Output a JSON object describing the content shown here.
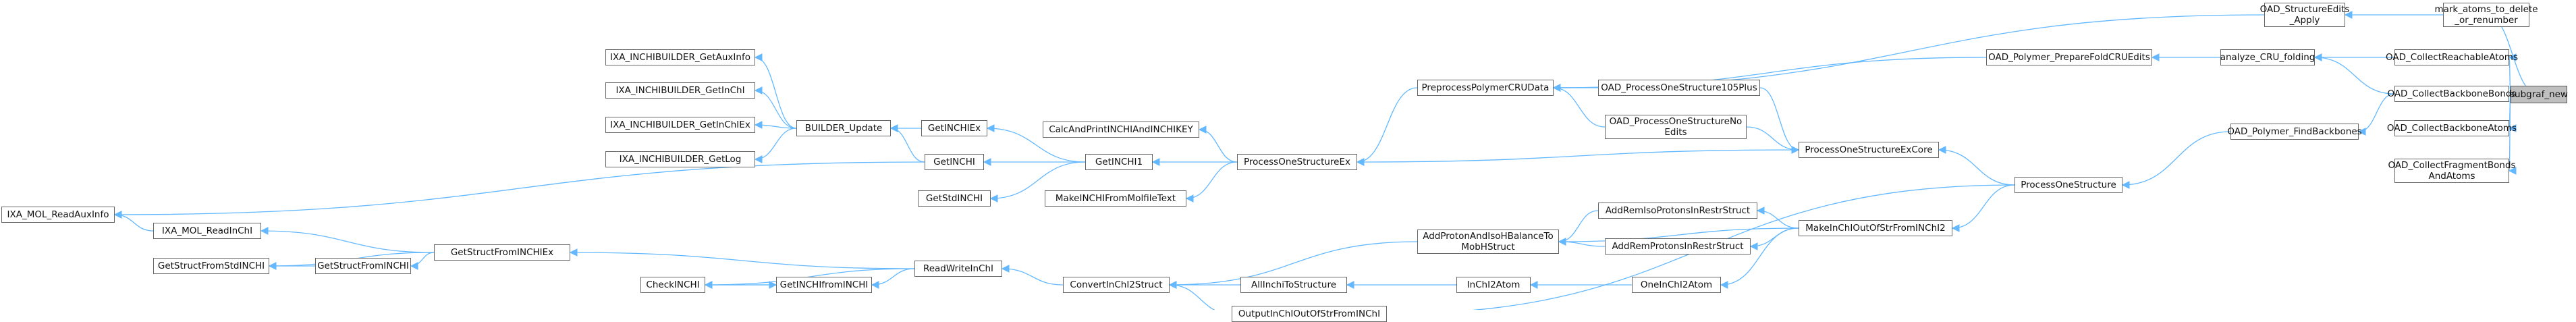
{
  "nodes": {
    "subgraf_new": "subgraf_new",
    "mark_atoms": "mark_atoms_to_delete\n_or_renumber",
    "OAD_StructureEdits_Apply": "OAD_StructureEdits\n_Apply",
    "OAD_CollectReachableAtoms": "OAD_CollectReachableAtoms",
    "analyze_CRU_folding": "analyze_CRU_folding",
    "OAD_Polymer_PrepareFoldCRUEdits": "OAD_Polymer_PrepareFoldCRUEdits",
    "OAD_CollectBackboneBonds": "OAD_CollectBackboneBonds",
    "OAD_Polymer_FindBackbones": "OAD_Polymer_FindBackbones",
    "OAD_CollectBackboneAtoms": "OAD_CollectBackboneAtoms",
    "OAD_CollectFragmentBondsAndAtoms": "OAD_CollectFragmentBonds\nAndAtoms",
    "PreprocessPolymerCRUData": "PreprocessPolymerCRUData",
    "OAD_ProcessOneStructure105Plus": "OAD_ProcessOneStructure105Plus",
    "OAD_ProcessOneStructureNoEdits": "OAD_ProcessOneStructureNo\nEdits",
    "ProcessOneStructureExCore": "ProcessOneStructureExCore",
    "ProcessOneStructure": "ProcessOneStructure",
    "ProcessOneStructureEx": "ProcessOneStructureEx",
    "CalcAndPrintINCHIAndINCHIKEY": "CalcAndPrintINCHIAndINCHIKEY",
    "GetINCHI1": "GetINCHI1",
    "MakeINCHIFromMolfileText": "MakeINCHIFromMolfileText",
    "GetINCHIEx": "GetINCHIEx",
    "GetINCHI": "GetINCHI",
    "GetStdINCHI": "GetStdINCHI",
    "BUILDER_Update": "BUILDER_Update",
    "IXA_GetAuxInfo": "IXA_INCHIBUILDER_GetAuxInfo",
    "IXA_GetInChI": "IXA_INCHIBUILDER_GetInChI",
    "IXA_GetInChIEx": "IXA_INCHIBUILDER_GetInChIEx",
    "IXA_GetLog": "IXA_INCHIBUILDER_GetLog",
    "IXA_MOL_ReadAuxInfo": "IXA_MOL_ReadAuxInfo",
    "IXA_MOL_ReadInChI": "IXA_MOL_ReadInChI",
    "GetStructFromINCHI": "GetStructFromINCHI",
    "GetStructFromStdINCHI": "GetStructFromStdINCHI",
    "GetStructFromINCHIEx": "GetStructFromINCHIEx",
    "CheckINCHI": "CheckINCHI",
    "GetINCHIfromINCHI": "GetINCHIfromINCHI",
    "ReadWriteInChI": "ReadWriteInChI",
    "ConvertInChI2Struct": "ConvertInChI2Struct",
    "AllInchiToStructure": "AllInchiToStructure",
    "OutputInChIOutOfStrFromINChI": "OutputInChIOutOfStrFromINChI",
    "InChI2Atom": "InChI2Atom",
    "OneInChI2Atom": "OneInChI2Atom",
    "AddProtonAndIsoHBalanceToMobHStruct": "AddProtonAndIsoHBalanceTo\nMobHStruct",
    "AddRemIsoProtonsInRestrStruct": "AddRemIsoProtonsInRestrStruct",
    "AddRemProtonsInRestrStruct": "AddRemProtonsInRestrStruct",
    "MakeInChIOutOfStrFromINChI2": "MakeInChIOutOfStrFromINChI2"
  },
  "edges": [
    [
      "subgraf_new",
      "mark_atoms"
    ],
    [
      "subgraf_new",
      "OAD_CollectReachableAtoms"
    ],
    [
      "subgraf_new",
      "OAD_CollectBackboneBonds"
    ],
    [
      "subgraf_new",
      "OAD_CollectBackboneAtoms"
    ],
    [
      "subgraf_new",
      "OAD_CollectFragmentBondsAndAtoms"
    ],
    [
      "mark_atoms",
      "OAD_StructureEdits_Apply"
    ],
    [
      "OAD_StructureEdits_Apply",
      "PreprocessPolymerCRUData"
    ],
    [
      "OAD_CollectReachableAtoms",
      "analyze_CRU_folding"
    ],
    [
      "OAD_CollectBackboneBonds",
      "analyze_CRU_folding"
    ],
    [
      "OAD_CollectBackboneBonds",
      "OAD_Polymer_FindBackbones"
    ],
    [
      "analyze_CRU_folding",
      "OAD_Polymer_PrepareFoldCRUEdits"
    ],
    [
      "OAD_Polymer_PrepareFoldCRUEdits",
      "PreprocessPolymerCRUData"
    ],
    [
      "OAD_Polymer_FindBackbones",
      "ProcessOneStructure"
    ],
    [
      "PreprocessPolymerCRUData",
      "ProcessOneStructureEx"
    ],
    [
      "OAD_ProcessOneStructure105Plus",
      "PreprocessPolymerCRUData"
    ],
    [
      "OAD_ProcessOneStructure105Plus",
      "ProcessOneStructureExCore"
    ],
    [
      "OAD_ProcessOneStructureNoEdits",
      "PreprocessPolymerCRUData"
    ],
    [
      "OAD_ProcessOneStructureNoEdits",
      "ProcessOneStructureExCore"
    ],
    [
      "ProcessOneStructure",
      "ProcessOneStructureExCore"
    ],
    [
      "ProcessOneStructure",
      "MakeInChIOutOfStrFromINChI2"
    ],
    [
      "ProcessOneStructure",
      "OutputInChIOutOfStrFromINChI"
    ],
    [
      "ProcessOneStructureExCore",
      "ProcessOneStructureEx"
    ],
    [
      "ProcessOneStructureEx",
      "GetINCHI1"
    ],
    [
      "ProcessOneStructureEx",
      "CalcAndPrintINCHIAndINCHIKEY"
    ],
    [
      "ProcessOneStructureEx",
      "MakeINCHIFromMolfileText"
    ],
    [
      "GetINCHI1",
      "GetINCHIEx"
    ],
    [
      "GetINCHI1",
      "GetINCHI"
    ],
    [
      "GetINCHI1",
      "GetStdINCHI"
    ],
    [
      "GetINCHIEx",
      "BUILDER_Update"
    ],
    [
      "GetINCHI",
      "BUILDER_Update"
    ],
    [
      "GetINCHI",
      "IXA_MOL_ReadAuxInfo"
    ],
    [
      "BUILDER_Update",
      "IXA_GetAuxInfo"
    ],
    [
      "BUILDER_Update",
      "IXA_GetInChI"
    ],
    [
      "BUILDER_Update",
      "IXA_GetInChIEx"
    ],
    [
      "BUILDER_Update",
      "IXA_GetLog"
    ],
    [
      "MakeInChIOutOfStrFromINChI2",
      "AddProtonAndIsoHBalanceToMobHStruct"
    ],
    [
      "MakeInChIOutOfStrFromINChI2",
      "AddRemIsoProtonsInRestrStruct"
    ],
    [
      "MakeInChIOutOfStrFromINChI2",
      "AddRemProtonsInRestrStruct"
    ],
    [
      "MakeInChIOutOfStrFromINChI2",
      "OneInChI2Atom"
    ],
    [
      "AddRemIsoProtonsInRestrStruct",
      "AddProtonAndIsoHBalanceToMobHStruct"
    ],
    [
      "AddRemProtonsInRestrStruct",
      "AddProtonAndIsoHBalanceToMobHStruct"
    ],
    [
      "AddProtonAndIsoHBalanceToMobHStruct",
      "ConvertInChI2Struct"
    ],
    [
      "OneInChI2Atom",
      "InChI2Atom"
    ],
    [
      "InChI2Atom",
      "AllInchiToStructure"
    ],
    [
      "AllInchiToStructure",
      "ConvertInChI2Struct"
    ],
    [
      "OutputInChIOutOfStrFromINChI",
      "ConvertInChI2Struct"
    ],
    [
      "ConvertInChI2Struct",
      "ReadWriteInChI"
    ],
    [
      "ReadWriteInChI",
      "GetINCHIfromINCHI"
    ],
    [
      "ReadWriteInChI",
      "GetStructFromINCHIEx"
    ],
    [
      "ReadWriteInChI",
      "CheckINCHI"
    ],
    [
      "GetINCHIfromINCHI",
      "CheckINCHI"
    ],
    [
      "CheckINCHI",
      "GetINCHIfromINCHI"
    ],
    [
      "GetStructFromINCHIEx",
      "GetStructFromINCHI"
    ],
    [
      "GetStructFromINCHIEx",
      "GetStructFromStdINCHI"
    ],
    [
      "GetStructFromINCHIEx",
      "IXA_MOL_ReadInChI"
    ],
    [
      "GetStructFromINCHI",
      "GetStructFromStdINCHI"
    ],
    [
      "IXA_MOL_ReadInChI",
      "IXA_MOL_ReadAuxInfo"
    ]
  ],
  "colors": {
    "edge": "#63b8ff",
    "node_border": "#666666",
    "root_fill": "#bfbfbf"
  }
}
